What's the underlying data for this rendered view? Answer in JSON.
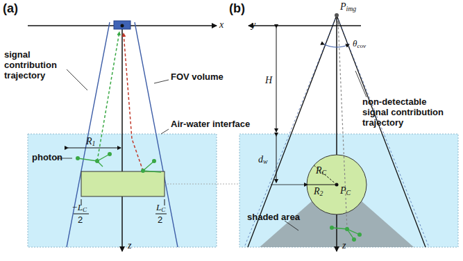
{
  "diagram": {
    "labels": [
      "(a)",
      "(b)",
      "x",
      "z",
      "signal contribution trajectory",
      "FOV volume",
      "R1",
      "Air-water interface",
      "photon",
      "−LC",
      "2",
      "LC",
      "2",
      "Pimg",
      "y",
      "θcov",
      "H",
      "non-detectable signal contribution trajectory",
      "dw",
      "RC",
      "R2",
      "PC",
      "shaded area",
      "z"
    ]
  }
}
